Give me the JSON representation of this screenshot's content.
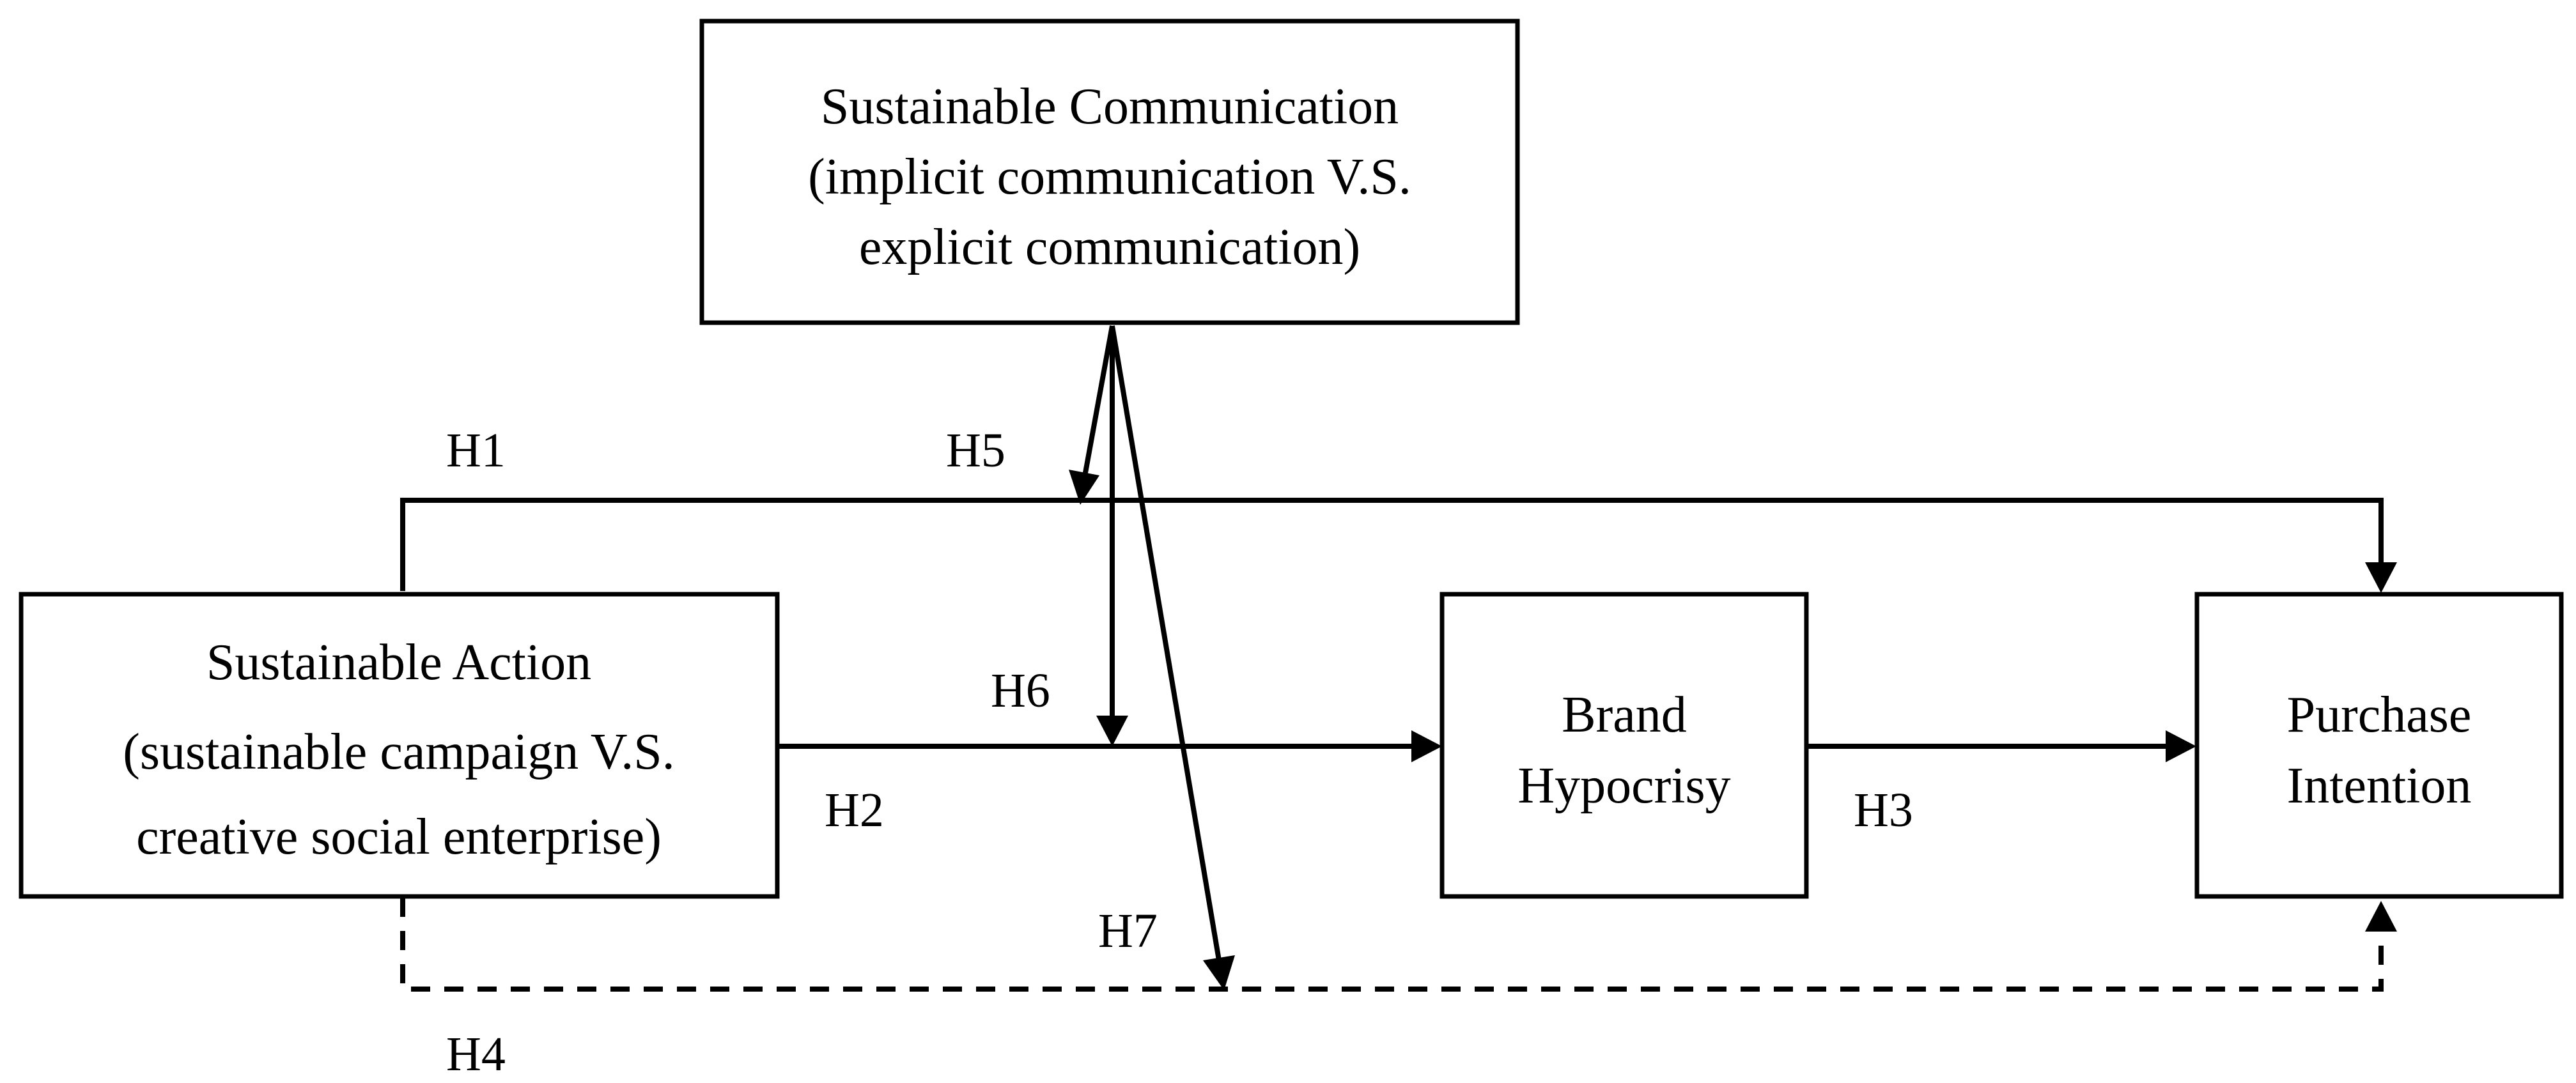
{
  "nodes": {
    "sustainable_communication": {
      "lines": [
        "Sustainable Communication",
        "(implicit communication V.S.",
        "explicit communication)"
      ]
    },
    "sustainable_action": {
      "lines": [
        "Sustainable Action",
        "(sustainable campaign V.S.",
        "creative social enterprise)"
      ]
    },
    "brand_hypocrisy": {
      "lines": [
        "Brand",
        "Hypocrisy"
      ]
    },
    "purchase_intention": {
      "lines": [
        "Purchase",
        "Intention"
      ]
    }
  },
  "edges": {
    "h1": "H1",
    "h2": "H2",
    "h3": "H3",
    "h4": "H4",
    "h5": "H5",
    "h6": "H6",
    "h7": "H7"
  }
}
